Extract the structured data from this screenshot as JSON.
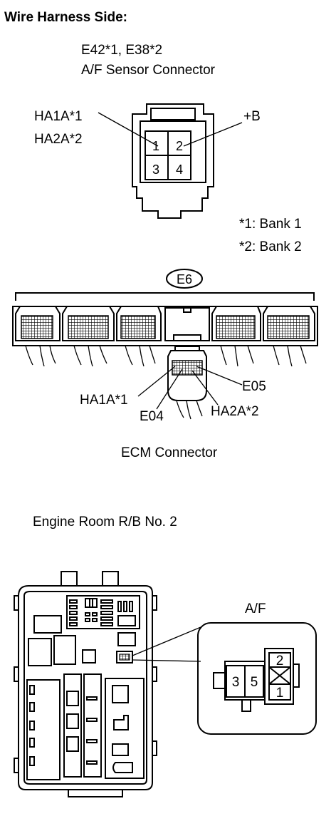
{
  "header": {
    "title": "Wire Harness Side:"
  },
  "af_connector": {
    "ids": "E42*1, E38*2",
    "title": "A/F Sensor Connector",
    "pins": [
      "1",
      "2",
      "3",
      "4"
    ],
    "label_left_1": "HA1A*1",
    "label_left_2": "HA2A*2",
    "label_right": "+B"
  },
  "notes": {
    "bank1": "*1: Bank 1",
    "bank2": "*2: Bank 2"
  },
  "ecm": {
    "id": "E6",
    "labels": {
      "ha1a": "HA1A*1",
      "e04": "E04",
      "e05": "E05",
      "ha2a": "HA2A*2"
    },
    "caption": "ECM Connector"
  },
  "rb": {
    "title": "Engine Room R/B No. 2",
    "detail_label": "A/F",
    "pins": [
      "3",
      "5",
      "2",
      "1"
    ]
  }
}
